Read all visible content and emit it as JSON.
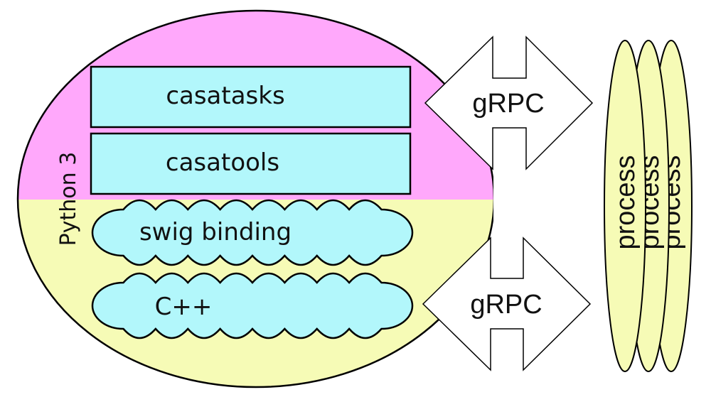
{
  "diagram": {
    "colors": {
      "python_region": "#ffa8fb",
      "cpp_region": "#f6fbb6",
      "component_fill": "#b2f7fb",
      "process_fill": "#f6fbb6",
      "arrow_fill": "#ffffff",
      "stroke": "#000000"
    },
    "runtime_label": "Python 3",
    "layers": [
      {
        "label": "casatasks",
        "shape": "rectangle"
      },
      {
        "label": "casatools",
        "shape": "rectangle"
      },
      {
        "label": "swig binding",
        "shape": "cloud"
      },
      {
        "label": "C++",
        "shape": "cloud"
      }
    ],
    "connectors": [
      {
        "label": "gRPC",
        "type": "double-arrow",
        "connects": "casatasks"
      },
      {
        "label": "gRPC",
        "type": "double-arrow",
        "connects": "C++"
      }
    ],
    "processes": [
      {
        "label": "process"
      },
      {
        "label": "process"
      },
      {
        "label": "process"
      }
    ]
  }
}
